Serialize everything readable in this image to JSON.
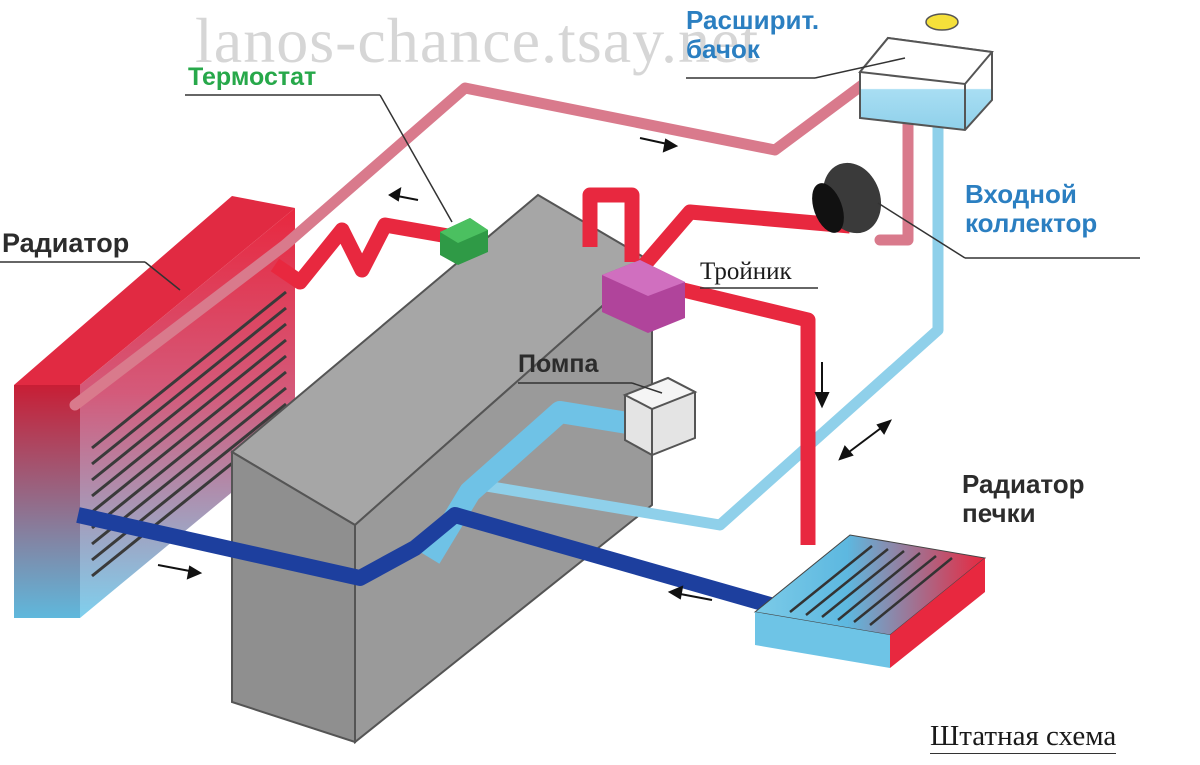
{
  "watermark": "lanos-chance.tsay.net",
  "labels": {
    "expansion_tank": [
      "Расширит.",
      "бачок"
    ],
    "thermostat": "Термостат",
    "radiator": "Радиатор",
    "inlet_collector": [
      "Входной",
      "коллектор"
    ],
    "tee": "Тройник",
    "pump": "Помпа",
    "heater_radiator": [
      "Радиатор",
      "печки"
    ],
    "caption": "Штатная схема"
  },
  "colors": {
    "hot": "#e8283f",
    "warm": "#d97a8c",
    "cold": "#8fd0ea",
    "cold_dark": "#1d3f9e",
    "engine": "#a9a9a9",
    "thermostat": "#2f9a46",
    "tee": "#b0449b"
  }
}
